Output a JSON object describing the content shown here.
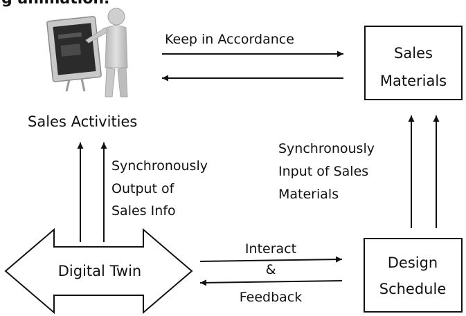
{
  "partial_top_text": "g animation.",
  "nodes": {
    "sales_activities": {
      "label": "Sales Activities"
    },
    "sales_materials": {
      "lines": [
        "Sales",
        "Materials"
      ]
    },
    "digital_twin": {
      "label": "Digital Twin"
    },
    "design_schedule": {
      "lines": [
        "Design",
        "Schedule"
      ]
    }
  },
  "edges": {
    "keep_in_accordance": {
      "label": "Keep in Accordance"
    },
    "sync_output": {
      "lines": [
        "Synchronously",
        "Output of",
        "Sales Info"
      ]
    },
    "sync_input": {
      "lines": [
        "Synchronously",
        "Input of Sales",
        "Materials"
      ]
    },
    "interact_feedback": {
      "lines": [
        "Interact",
        "&",
        "Feedback"
      ]
    }
  },
  "icons": {
    "presenter": "presenter-at-board-icon"
  },
  "colors": {
    "stroke": "#111111",
    "background": "#ffffff",
    "icon_grey": "#c8c8c8",
    "screen": "#2a2a2a"
  }
}
